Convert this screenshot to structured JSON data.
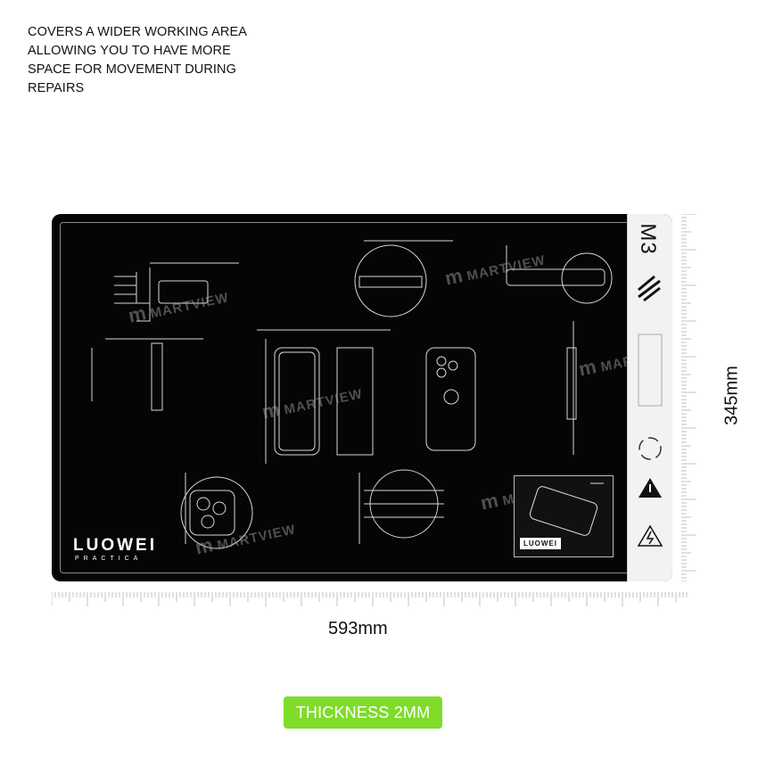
{
  "headline": {
    "lines": [
      "COVERS A WIDER WORKING AREA",
      "ALLOWING YOU TO HAVE MORE",
      "SPACE FOR MOVEMENT DURING",
      "REPAIRS"
    ]
  },
  "mat": {
    "brand_name": "LUOWEI",
    "brand_sub": "PRACTICA",
    "model": "M3",
    "inset_brand": "LUOWEI",
    "watermark_text": "MARTVIEW",
    "colors": {
      "mat": "#050505",
      "line": "#d8d8d8",
      "panel": "#f2f2f2"
    }
  },
  "dimensions": {
    "width": "593mm",
    "height": "345mm"
  },
  "badge": {
    "label": "THICKNESS 2MM",
    "color": "#7fdc2a"
  },
  "icons": [
    "recycle-icon",
    "warning-icon",
    "electric-hazard-icon"
  ]
}
